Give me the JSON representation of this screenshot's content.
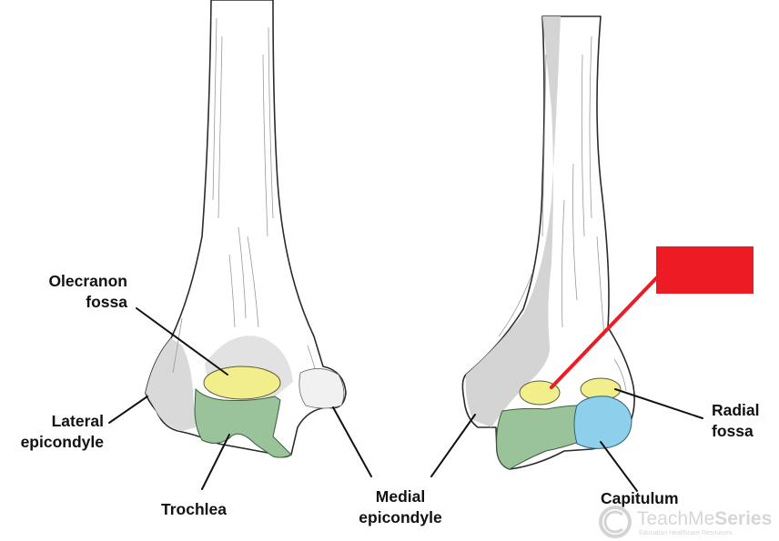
{
  "labels": {
    "olecranon_fossa": [
      "Olecranon",
      "fossa"
    ],
    "lateral_epicondyle": [
      "Lateral",
      "epicondyle"
    ],
    "trochlea": "Trochlea",
    "medial_epicondyle": [
      "Medial",
      "epicondyle"
    ],
    "radial_fossa": [
      "Radial",
      "fossa"
    ],
    "capitulum": "Capitulum"
  },
  "watermark": {
    "brand_prefix": "TeachMe",
    "brand_suffix": "Series",
    "tagline": "Education Healthcare Resources"
  },
  "colors": {
    "fossa_yellow": "#f3ee8c",
    "trochlea_green": "#9ac39a",
    "capitulum_blue": "#8ecfec",
    "answer_box_red": "#ed1c24",
    "bone_shade": "#d9d9d9"
  }
}
